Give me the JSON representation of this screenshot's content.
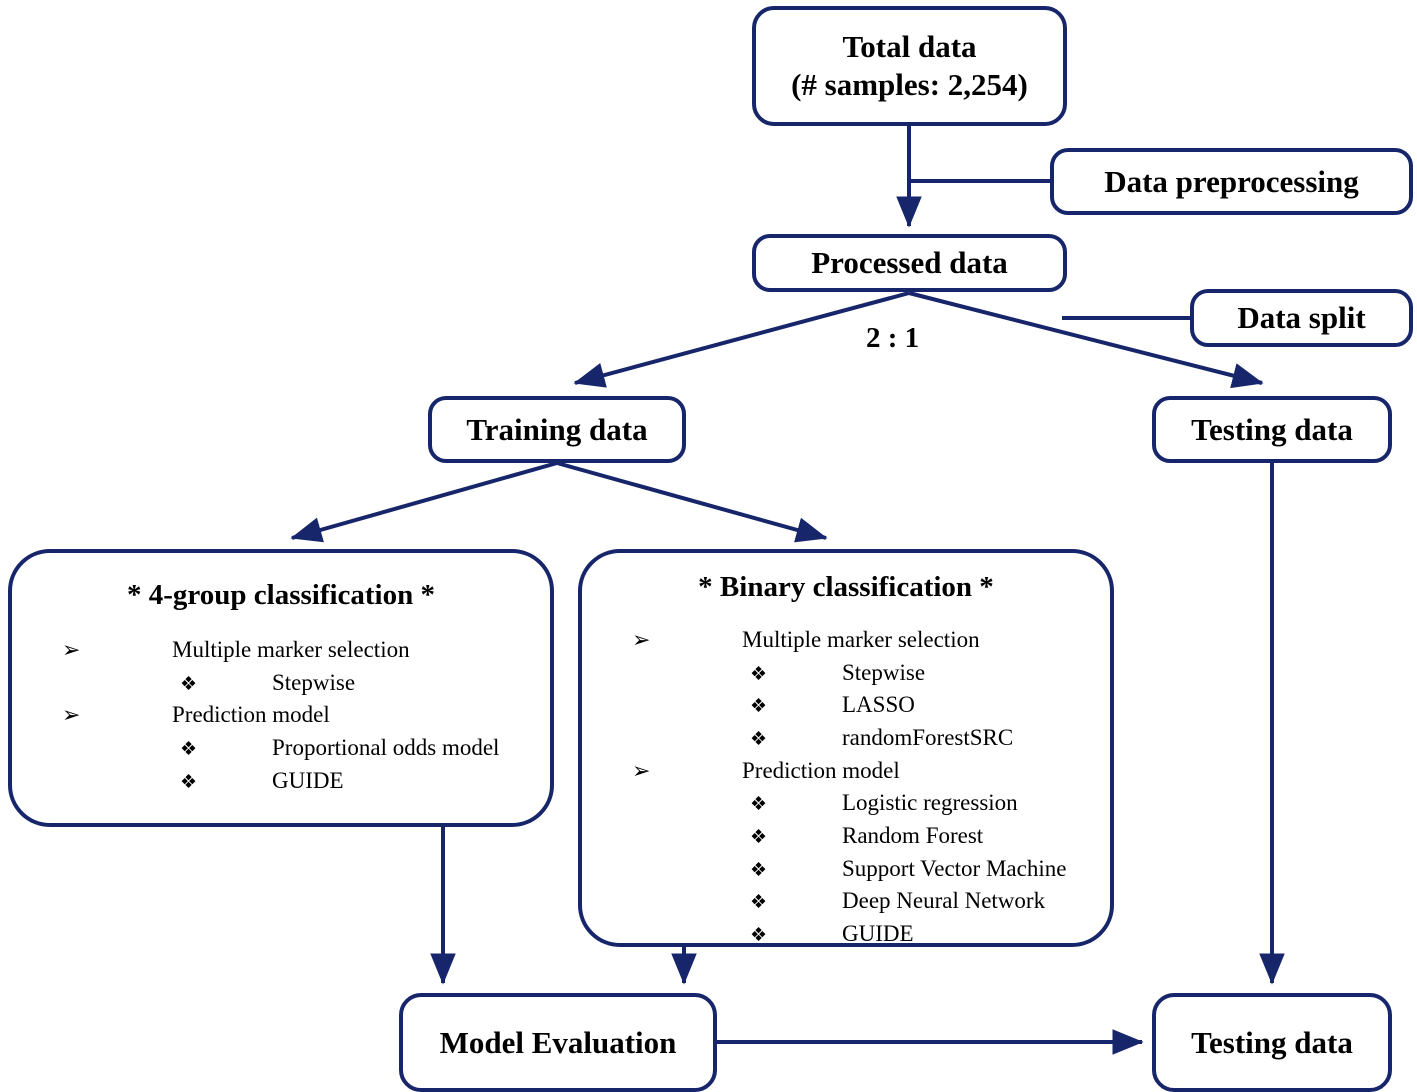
{
  "diagram": {
    "title": "Machine learning study workflow",
    "accent_color": "#17266b",
    "text_color": "#000000",
    "background_color": "#ffffff"
  },
  "nodes": {
    "total_data": {
      "line1": "Total data",
      "line2": "(# samples: 2,254)"
    },
    "data_preprocessing": {
      "label": "Data preprocessing"
    },
    "processed_data": {
      "label": "Processed  data"
    },
    "data_split": {
      "label": "Data split"
    },
    "training_data": {
      "label": "Training data"
    },
    "testing_data_top": {
      "label": "Testing data"
    },
    "model_evaluation": {
      "label": "Model Evaluation"
    },
    "testing_data_bottom": {
      "label": "Testing data"
    }
  },
  "labels": {
    "split_ratio": "2 : 1"
  },
  "panels": {
    "four_group": {
      "heading": "* 4-group classification *",
      "items": [
        {
          "level": 1,
          "marker": "➢",
          "text": "Multiple  marker  selection"
        },
        {
          "level": 2,
          "marker": "❖",
          "text": "Stepwise"
        },
        {
          "level": 1,
          "marker": "➢",
          "text": "Prediction  model"
        },
        {
          "level": 2,
          "marker": "❖",
          "text": "Proportional odds model"
        },
        {
          "level": 2,
          "marker": "❖",
          "text": "GUIDE"
        }
      ]
    },
    "binary": {
      "heading": "* Binary classification *",
      "items": [
        {
          "level": 1,
          "marker": "➢",
          "text": "Multiple  marker  selection"
        },
        {
          "level": 2,
          "marker": "❖",
          "text": "Stepwise"
        },
        {
          "level": 2,
          "marker": "❖",
          "text": "LASSO"
        },
        {
          "level": 2,
          "marker": "❖",
          "text": "randomForestSRC"
        },
        {
          "level": 1,
          "marker": "➢",
          "text": "Prediction  model"
        },
        {
          "level": 2,
          "marker": "❖",
          "text": "Logistic regression"
        },
        {
          "level": 2,
          "marker": "❖",
          "text": "Random Forest"
        },
        {
          "level": 2,
          "marker": "❖",
          "text": "Support Vector Machine"
        },
        {
          "level": 2,
          "marker": "❖",
          "text": "Deep Neural Network"
        },
        {
          "level": 2,
          "marker": "❖",
          "text": "GUIDE"
        }
      ]
    }
  },
  "connectors": [
    {
      "name": "total-data-to-processed-data",
      "kind": "arrow-down"
    },
    {
      "name": "data-preprocessing-to-flow",
      "kind": "line-left"
    },
    {
      "name": "processed-data-to-training-data",
      "kind": "arrow-diagonal-left"
    },
    {
      "name": "processed-data-to-testing-data",
      "kind": "arrow-diagonal-right"
    },
    {
      "name": "data-split-to-flow",
      "kind": "line-left"
    },
    {
      "name": "training-data-to-4group",
      "kind": "arrow-diagonal-left"
    },
    {
      "name": "training-data-to-binary",
      "kind": "arrow-diagonal-right"
    },
    {
      "name": "four-group-to-model-evaluation",
      "kind": "arrow-down"
    },
    {
      "name": "binary-to-model-evaluation",
      "kind": "arrow-down"
    },
    {
      "name": "testing-data-top-to-testing-data-bottom",
      "kind": "arrow-down"
    },
    {
      "name": "model-evaluation-to-testing-data-bottom",
      "kind": "arrow-right"
    }
  ]
}
